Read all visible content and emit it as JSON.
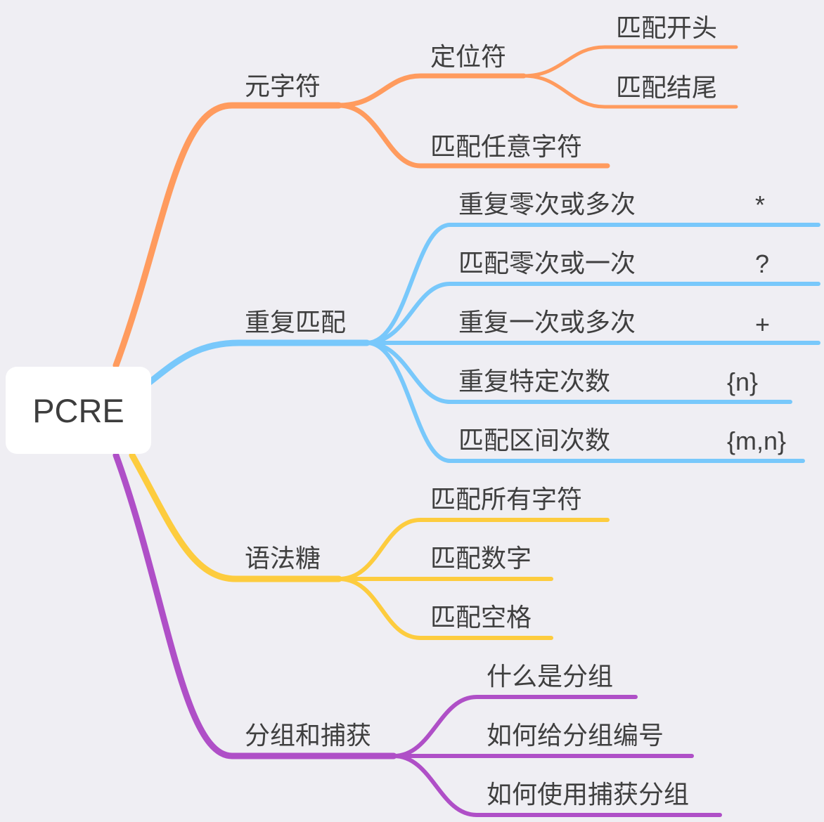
{
  "root": {
    "label": "PCRE"
  },
  "branches": [
    {
      "label": "元字符",
      "color": "#ff9b5e",
      "children": [
        {
          "label": "定位符",
          "children": [
            {
              "label": "匹配开头"
            },
            {
              "label": "匹配结尾"
            }
          ]
        },
        {
          "label": "匹配任意字符"
        }
      ]
    },
    {
      "label": "重复匹配",
      "color": "#78c8fb",
      "children": [
        {
          "label": "重复零次或多次",
          "symbol": "*"
        },
        {
          "label": "匹配零次或一次",
          "symbol": "?"
        },
        {
          "label": "重复一次或多次",
          "symbol": "+"
        },
        {
          "label": "重复特定次数",
          "symbol": "{n}"
        },
        {
          "label": "匹配区间次数",
          "symbol": "{m,n}"
        }
      ]
    },
    {
      "label": "语法糖",
      "color": "#fdcc3e",
      "children": [
        {
          "label": "匹配所有字符"
        },
        {
          "label": "匹配数字"
        },
        {
          "label": "匹配空格"
        }
      ]
    },
    {
      "label": "分组和捕获",
      "color": "#af4fc7",
      "children": [
        {
          "label": "什么是分组"
        },
        {
          "label": "如何给分组编号"
        },
        {
          "label": "如何使用捕获分组"
        }
      ]
    }
  ]
}
